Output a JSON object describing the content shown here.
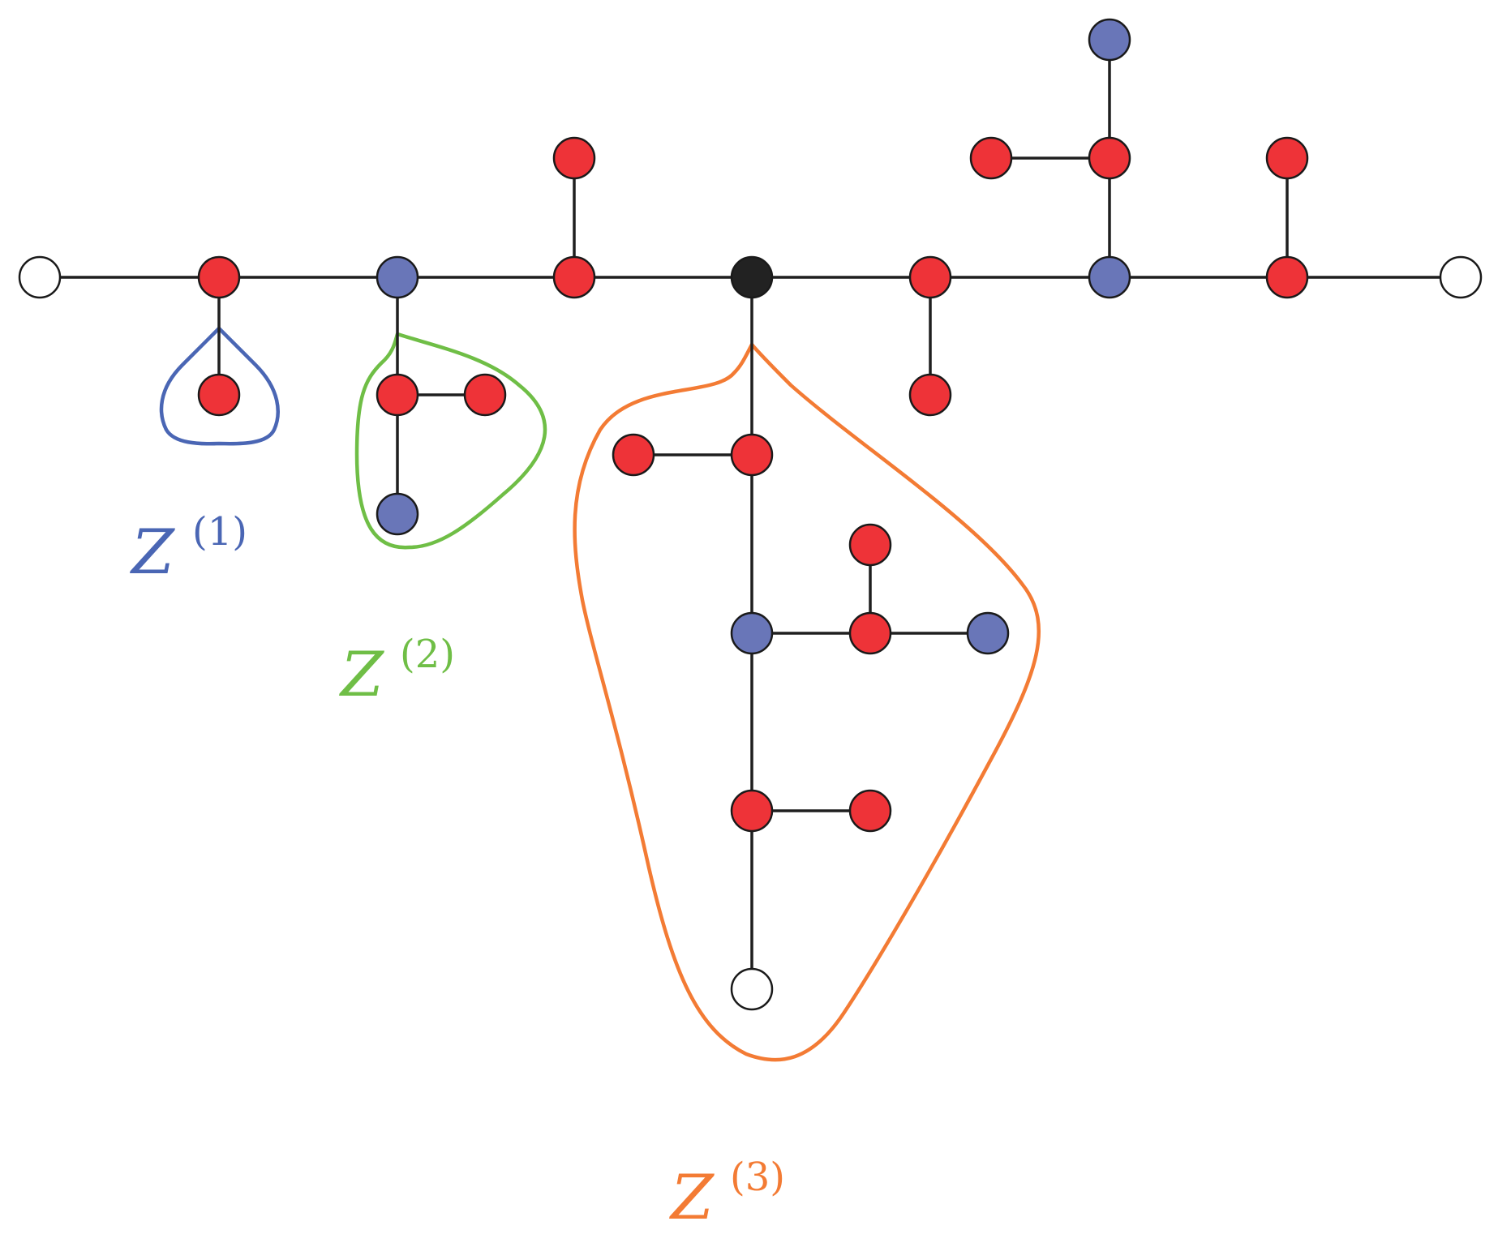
{
  "colors": {
    "red": "#ee3338",
    "blue": "#6976b8",
    "black": "#222222",
    "white": "#ffffff",
    "edge": "#1f1f1f",
    "hull_1": "#4a66b4",
    "hull_2": "#6fbe46",
    "hull_3": "#f37b34"
  },
  "nodes": [
    {
      "id": "n1",
      "kind": "white"
    },
    {
      "id": "n2",
      "kind": "red"
    },
    {
      "id": "n3",
      "kind": "blue"
    },
    {
      "id": "n4",
      "kind": "red"
    },
    {
      "id": "n5",
      "kind": "black"
    },
    {
      "id": "n6",
      "kind": "red"
    },
    {
      "id": "n7",
      "kind": "blue"
    },
    {
      "id": "n8",
      "kind": "red"
    },
    {
      "id": "n9",
      "kind": "white"
    },
    {
      "id": "n10",
      "kind": "red"
    },
    {
      "id": "n11",
      "kind": "red"
    },
    {
      "id": "n12",
      "kind": "red"
    },
    {
      "id": "n13",
      "kind": "blue"
    },
    {
      "id": "n14",
      "kind": "red"
    },
    {
      "id": "n15",
      "kind": "red"
    },
    {
      "id": "n16",
      "kind": "red"
    },
    {
      "id": "n17",
      "kind": "blue"
    },
    {
      "id": "n18",
      "kind": "red"
    },
    {
      "id": "n19",
      "kind": "red"
    },
    {
      "id": "n20",
      "kind": "red"
    },
    {
      "id": "n21",
      "kind": "red"
    },
    {
      "id": "n22",
      "kind": "red"
    },
    {
      "id": "n23",
      "kind": "blue"
    },
    {
      "id": "n24",
      "kind": "red"
    },
    {
      "id": "n25",
      "kind": "red"
    },
    {
      "id": "n26",
      "kind": "blue"
    },
    {
      "id": "n27",
      "kind": "red"
    },
    {
      "id": "n28",
      "kind": "red"
    },
    {
      "id": "n29",
      "kind": "white"
    }
  ],
  "edges": [
    [
      "n1",
      "n2"
    ],
    [
      "n2",
      "n3"
    ],
    [
      "n3",
      "n4"
    ],
    [
      "n4",
      "n5"
    ],
    [
      "n5",
      "n6"
    ],
    [
      "n6",
      "n7"
    ],
    [
      "n7",
      "n8"
    ],
    [
      "n8",
      "n9"
    ],
    [
      "n2",
      "n10"
    ],
    [
      "n3",
      "n11"
    ],
    [
      "n11",
      "n12"
    ],
    [
      "n11",
      "n13"
    ],
    [
      "n4",
      "n14"
    ],
    [
      "n6",
      "n15"
    ],
    [
      "n7",
      "n16"
    ],
    [
      "n16",
      "n17"
    ],
    [
      "n16",
      "n18"
    ],
    [
      "n8",
      "n19"
    ],
    [
      "n5",
      "n20"
    ],
    [
      "n20",
      "n21"
    ],
    [
      "n20",
      "n23"
    ],
    [
      "n23",
      "n24"
    ],
    [
      "n24",
      "n22"
    ],
    [
      "n24",
      "n26"
    ],
    [
      "n23",
      "n27"
    ],
    [
      "n27",
      "n28"
    ],
    [
      "n27",
      "n29"
    ]
  ],
  "clusters": [
    {
      "id": "z1",
      "symbol": "Z",
      "superscript": "(1)",
      "color": "#4a66b4"
    },
    {
      "id": "z2",
      "symbol": "Z",
      "superscript": "(2)",
      "color": "#6fbe46"
    },
    {
      "id": "z3",
      "symbol": "Z",
      "superscript": "(3)",
      "color": "#f37b34"
    }
  ]
}
